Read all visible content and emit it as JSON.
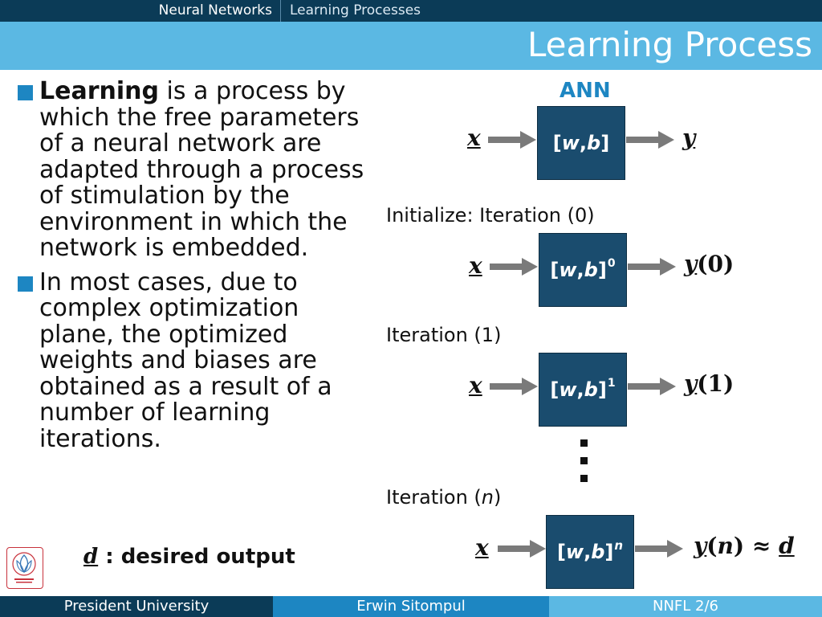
{
  "nav": {
    "section": "Neural Networks",
    "topic": "Learning Processes"
  },
  "title": "Learning Process",
  "bullets": [
    {
      "bold": "Learning",
      "text": " is a process by which the free parameters of a neural network are adapted through a process of stimulation by the environment in which the network is embedded."
    },
    {
      "bold": "",
      "text": "In most cases, due to complex optimization plane, the optimized weights and biases are obtained as a result of a number of learning iterations."
    }
  ],
  "note": {
    "symbol": "d",
    "text": " : desired output"
  },
  "diagram": {
    "ann_label": "ANN",
    "input": "x",
    "box_label": "[w,b]",
    "output": "y",
    "iter0_label": "Initialize: Iteration (0)",
    "iter0_sup": "0",
    "iter0_out": "(0)",
    "iter1_label": "Iteration (1)",
    "iter1_sup": "1",
    "iter1_out": "(1)",
    "itern_label_prefix": "Iteration (",
    "itern_label_var": "n",
    "itern_label_suffix": ")",
    "itern_sup": "n",
    "itern_out_prefix": "(",
    "itern_out_var": "n",
    "itern_out_suffix": ") ≈ ",
    "desired": "d"
  },
  "footer": {
    "university": "President University",
    "author": "Erwin Sitompul",
    "page": "NNFL 2/6"
  },
  "colors": {
    "dark_blue": "#0b3b57",
    "mid_blue": "#1d86c2",
    "light_blue": "#5bb8e3",
    "box_fill": "#1a4c6e",
    "arrow": "#7a7a7a"
  }
}
